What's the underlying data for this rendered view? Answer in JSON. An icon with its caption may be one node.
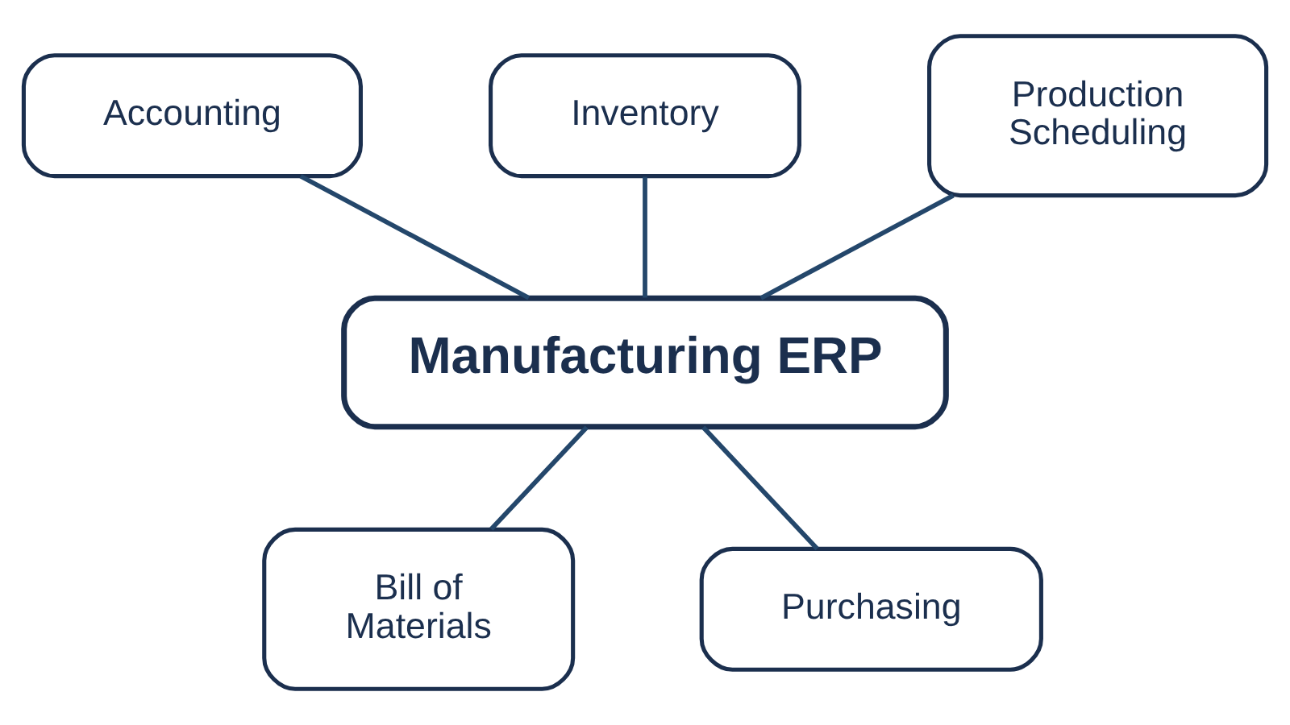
{
  "diagram": {
    "nodes": [
      {
        "text": [
          "Inventory"
        ]
      },
      {
        "text": [
          "Accounting"
        ]
      },
      {
        "text": [
          "Production Scheduling"
        ]
      },
      {
        "text": [
          "Manufacturing ERP"
        ]
      },
      {
        "text": [
          "Bill of Materials"
        ]
      },
      {
        "text": [
          "Purchasing"
        ]
      }
    ],
    "edges": [
      {
        "from": 3,
        "to": 1,
        "arrow": "none"
      },
      {
        "from": 3,
        "to": 0,
        "arrow": "none"
      },
      {
        "from": 3,
        "to": 2,
        "arrow": "none"
      },
      {
        "from": 3,
        "to": 4,
        "arrow": "none"
      },
      {
        "from": 3,
        "to": 5,
        "arrow": "none"
      }
    ]
  }
}
